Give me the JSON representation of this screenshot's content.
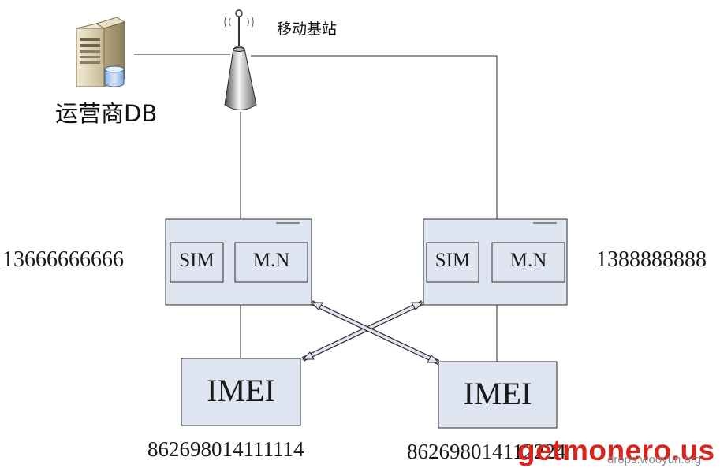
{
  "diagram": {
    "base_station_label": "移动基站",
    "carrier_db_label": "运营商DB",
    "phone_left": {
      "sim_label": "SIM",
      "mn_label": "M.N",
      "number": "13666666666"
    },
    "phone_right": {
      "sim_label": "SIM",
      "mn_label": "M.N",
      "number": "1388888888"
    },
    "imei_left": {
      "label": "IMEI",
      "value": "862698014111114"
    },
    "imei_right": {
      "label": "IMEI",
      "value": "862698014112224"
    }
  },
  "watermarks": {
    "main": "getmonero.us",
    "sub": "drops.wooyun.org"
  },
  "colors": {
    "box_fill": "#dfe6f1",
    "stroke": "#2b2b2b",
    "watermark_red": "#d6251d"
  }
}
